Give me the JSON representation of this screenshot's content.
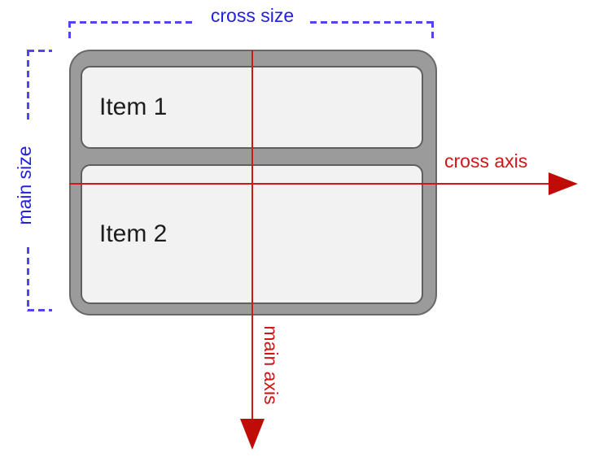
{
  "diagram": {
    "container": {
      "items": [
        {
          "label": "Item 1"
        },
        {
          "label": "Item 2"
        }
      ]
    },
    "annotations": {
      "cross_size": "cross size",
      "main_size": "main size",
      "cross_axis": "cross axis",
      "main_axis": "main axis"
    },
    "colors": {
      "blue_label": "#2222dd",
      "blue_dash": "#5244ee",
      "red_label": "#cc1715",
      "red_line": "#cc1a12",
      "red_arrow": "#c00c06",
      "container_fill": "#9b9b9b",
      "container_border": "#686868",
      "item_fill": "#f2f2f2",
      "item_border": "#5f5f5f",
      "item_text": "#1d1d1d"
    }
  }
}
